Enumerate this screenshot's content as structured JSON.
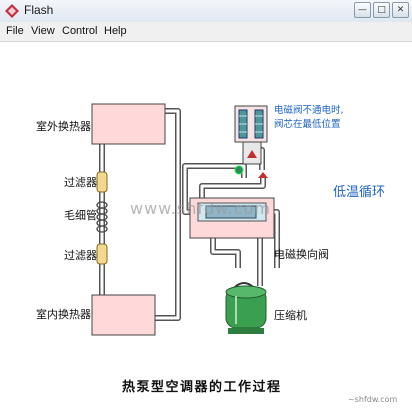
{
  "window": {
    "title": "Flash",
    "btn_min": "—",
    "btn_max": "□",
    "btn_close": "✕"
  },
  "menu": {
    "file": "File",
    "view": "View",
    "control": "Control",
    "help": "Help"
  },
  "diagram": {
    "outdoor_hx": "室外换热器",
    "filter_top": "过滤器",
    "capillary": "毛细管",
    "filter_bottom": "过滤器",
    "indoor_hx": "室内换热器",
    "valve_note_1": "电磁阀不通电时,",
    "valve_note_2": "阀芯在最低位置",
    "mode": "低温循环",
    "watermark": "www.shfdw.com",
    "reversing_valve": "电磁换向阀",
    "compressor": "压缩机",
    "caption": "热泵型空调器的工作过程",
    "corner_mark": "~shfdw.com"
  },
  "colors": {
    "hx_fill": "#ffd9d9",
    "blue_text": "#1d63c4",
    "compressor": "#3aa050",
    "valve_body": "#ffd9d9"
  },
  "icons": {
    "app": "flash-icon"
  }
}
